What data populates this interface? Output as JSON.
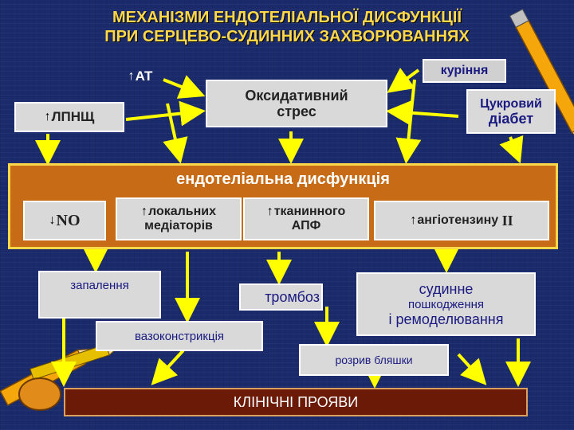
{
  "title": {
    "line1": "МЕХАНІЗМИ ЕНДОТЕЛІАЛЬНОЇ ДИСФУНКЦІЇ",
    "line2": "ПРИ СЕРЦЕВО-СУДИННИХ ЗАХВОРЮВАННЯХ"
  },
  "arrow_glyphs": {
    "up": "↑",
    "down": "↓"
  },
  "risk_factors": {
    "at": "АТ",
    "lpnshch": "ЛПНЩ",
    "oxidative_stress": "Оксидативний стрес",
    "smoking": "куріння",
    "diabetes_line1": "Цукровий",
    "diabetes_line2": "діабет"
  },
  "panel": {
    "title": "ендотеліальна дисфункція",
    "no": "NO",
    "local_mediators_line1": "локальних",
    "local_mediators_line2": "медіаторів",
    "tissue_ace_line1": "тканинного",
    "tissue_ace_line2": "АПФ",
    "angiotensin": "ангіотензину",
    "angiotensin_suffix": "II"
  },
  "outcomes": {
    "inflammation": "запалення",
    "thrombosis": "тромбоз",
    "vasoconstriction": "вазоконстрикція",
    "vascular_damage_line1": "судинне",
    "vascular_damage_line2": "пошкодження",
    "vascular_damage_line3": "і ремоделювання",
    "plaque_rupture": "розрив бляшки"
  },
  "clinical": "КЛІНІЧНІ ПРОЯВИ",
  "colors": {
    "background": "#1a2a6b",
    "title": "#ffd84a",
    "arrow": "#ffff00",
    "panel": "#c86b17",
    "clinical": "#6b1a08"
  }
}
